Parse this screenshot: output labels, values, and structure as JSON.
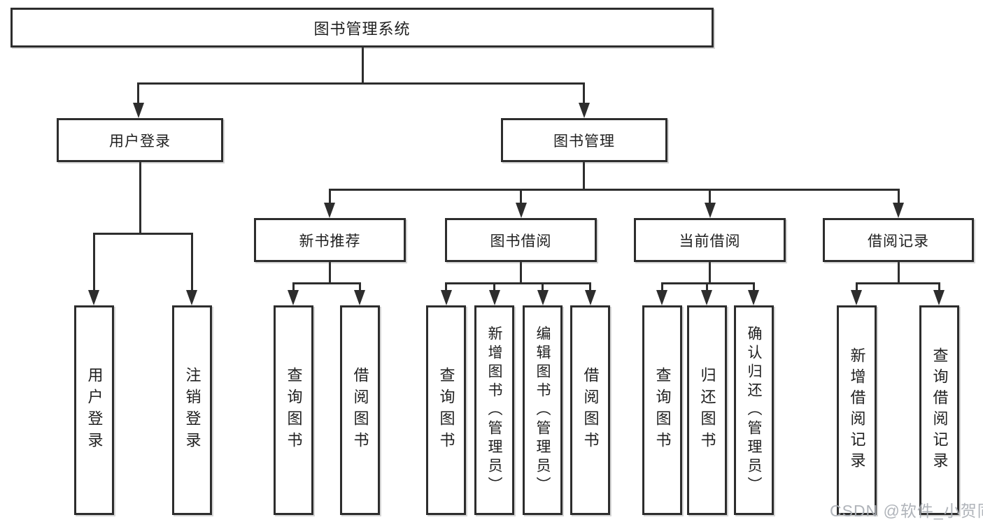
{
  "diagram": {
    "tree": {
      "label": "图书管理系统",
      "children": [
        {
          "label": "用户登录",
          "children": [
            {
              "label": "用户登录"
            },
            {
              "label": "注销登录"
            }
          ]
        },
        {
          "label": "图书管理",
          "children": [
            {
              "label": "新书推荐",
              "children": [
                {
                  "label": "查询图书"
                },
                {
                  "label": "借阅图书"
                }
              ]
            },
            {
              "label": "图书借阅",
              "children": [
                {
                  "label": "查询图书"
                },
                {
                  "label": "新增图书（管理员）"
                },
                {
                  "label": "编辑图书（管理员）"
                },
                {
                  "label": "借阅图书"
                }
              ]
            },
            {
              "label": "当前借阅",
              "children": [
                {
                  "label": "查询图书"
                },
                {
                  "label": "归还图书"
                },
                {
                  "label": "确认归还（管理员）"
                }
              ]
            },
            {
              "label": "借阅记录",
              "children": [
                {
                  "label": "新增借阅记录"
                },
                {
                  "label": "查询借阅记录"
                }
              ]
            }
          ]
        }
      ]
    },
    "colors": {
      "line": "#2d2d2d",
      "box_border": "#2d2d2d",
      "box_fill": "#ffffff",
      "text": "#1f1f1f",
      "watermark": "#acb0b6"
    }
  },
  "watermark": {
    "text": "CSDN @软件_小贺同学"
  }
}
